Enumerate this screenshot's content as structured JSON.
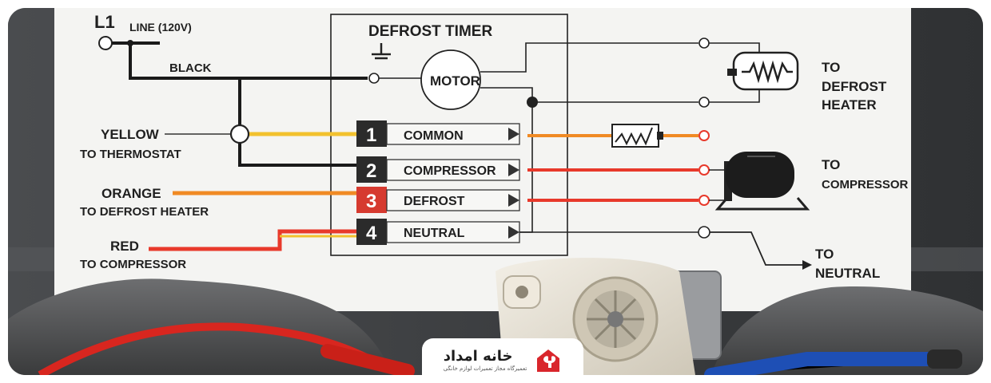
{
  "diagram": {
    "l1": "L1",
    "line": "LINE (120V)",
    "black": "BLACK",
    "timer_title": "DEFROST TIMER",
    "motor": "MOTOR",
    "yellow": "YELLOW",
    "to_thermostat": "TO THERMOSTAT",
    "orange": "ORANGE",
    "to_defrost_heater": "TO DEFROST HEATER",
    "red": "RED",
    "to_compressor_left": "TO COMPRESSOR",
    "terminals": [
      {
        "num": "1",
        "label": "COMMON"
      },
      {
        "num": "2",
        "label": "COMPRESSOR"
      },
      {
        "num": "3",
        "label": "DEFROST"
      },
      {
        "num": "4",
        "label": "NEUTRAL"
      }
    ],
    "right_heater": [
      "TO",
      "DEFROST",
      "HEATER"
    ],
    "right_compressor": [
      "TO",
      "COMPRESSOR"
    ],
    "right_neutral": [
      "TO",
      "NEUTRAL"
    ]
  },
  "brand": {
    "name": "خانه امداد",
    "tagline": "تعمیرگاه مجاز تعمیرات لوازم خانگی"
  },
  "colors": {
    "yellow_wire": "#f2c12e",
    "orange_wire": "#f08a24",
    "red_wire": "#e8392b",
    "terminal_dark": "#2b2b2b",
    "terminal_red": "#d63a2f",
    "logo_red": "#d9262c"
  }
}
